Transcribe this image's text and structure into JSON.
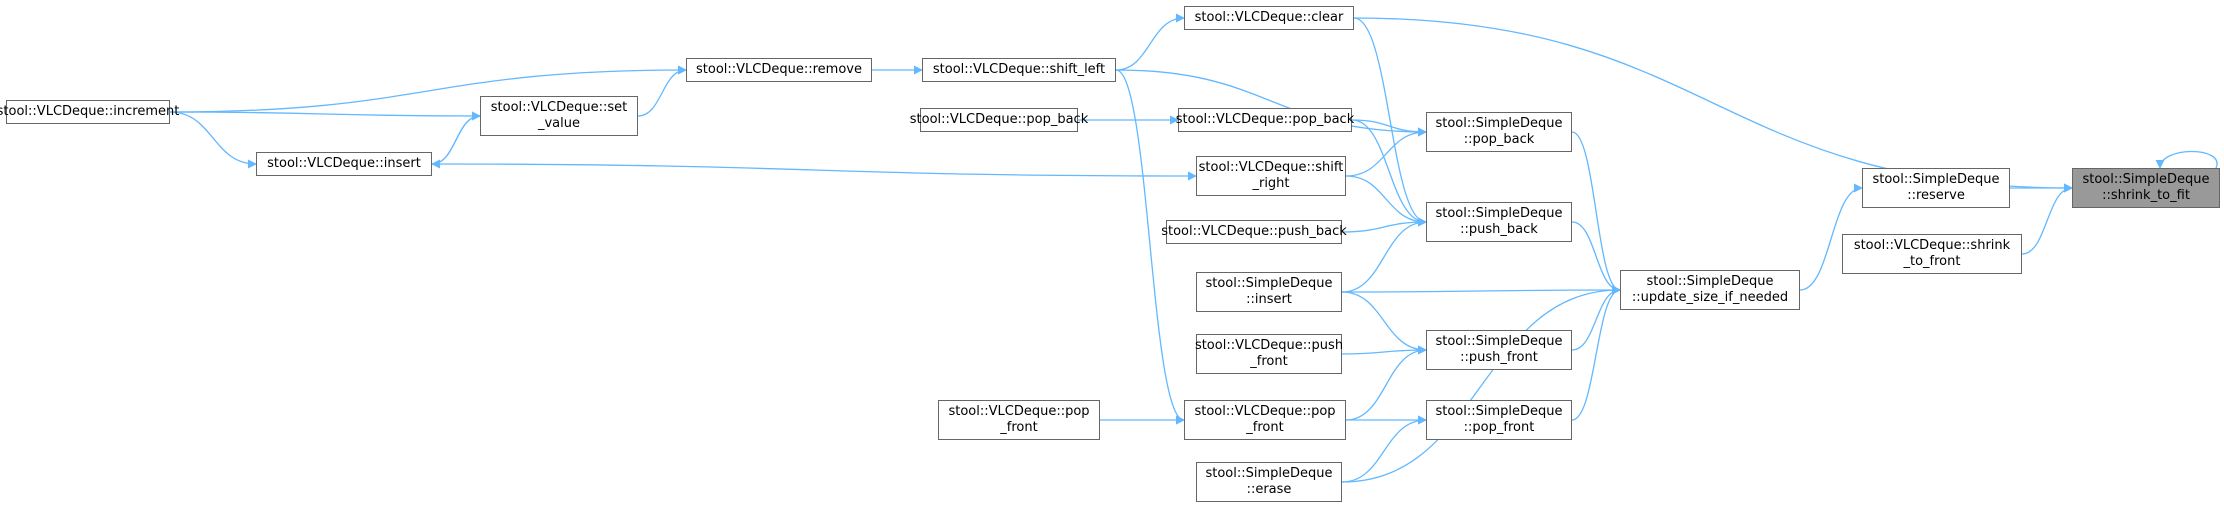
{
  "diagram": {
    "colors": {
      "edge": "#63b8ff",
      "border": "#666666",
      "focus_fill": "#999999",
      "node_fill": "#ffffff"
    },
    "nodes": [
      {
        "id": "shrink_to_fit",
        "lines": [
          "stool::SimpleDeque",
          "::shrink_to_fit"
        ],
        "focus": true
      },
      {
        "id": "reserve",
        "lines": [
          "stool::SimpleDeque",
          "::reserve"
        ]
      },
      {
        "id": "vlc_shrink_to_front",
        "lines": [
          "stool::VLCDeque::shrink",
          "_to_front"
        ]
      },
      {
        "id": "update_size",
        "lines": [
          "stool::SimpleDeque",
          "::update_size_if_needed"
        ]
      },
      {
        "id": "sd_pop_back",
        "lines": [
          "stool::SimpleDeque",
          "::pop_back"
        ]
      },
      {
        "id": "sd_push_back",
        "lines": [
          "stool::SimpleDeque",
          "::push_back"
        ]
      },
      {
        "id": "sd_push_front",
        "lines": [
          "stool::SimpleDeque",
          "::push_front"
        ]
      },
      {
        "id": "sd_pop_front",
        "lines": [
          "stool::SimpleDeque",
          "::pop_front"
        ]
      },
      {
        "id": "sd_insert",
        "lines": [
          "stool::SimpleDeque",
          "::insert"
        ]
      },
      {
        "id": "sd_erase",
        "lines": [
          "stool::SimpleDeque",
          "::erase"
        ]
      },
      {
        "id": "vlc_clear",
        "lines": [
          "stool::VLCDeque::clear"
        ]
      },
      {
        "id": "vlc_shift_left",
        "lines": [
          "stool::VLCDeque::shift_left"
        ]
      },
      {
        "id": "vlc_pop_back",
        "lines": [
          "stool::VLCDeque::pop_back"
        ]
      },
      {
        "id": "vlc_pop_back_2",
        "lines": [
          "stool::VLCDeque::pop_back"
        ]
      },
      {
        "id": "vlc_shift_right",
        "lines": [
          "stool::VLCDeque::shift",
          "_right"
        ]
      },
      {
        "id": "vlc_push_back",
        "lines": [
          "stool::VLCDeque::push_back"
        ]
      },
      {
        "id": "vlc_push_front",
        "lines": [
          "stool::VLCDeque::push",
          "_front"
        ]
      },
      {
        "id": "vlc_pop_front",
        "lines": [
          "stool::VLCDeque::pop",
          "_front"
        ]
      },
      {
        "id": "vlc_pop_front_2",
        "lines": [
          "stool::VLCDeque::pop",
          "_front"
        ]
      },
      {
        "id": "vlc_remove",
        "lines": [
          "stool::VLCDeque::remove"
        ]
      },
      {
        "id": "vlc_set_value",
        "lines": [
          "stool::VLCDeque::set",
          "_value"
        ]
      },
      {
        "id": "vlc_increment",
        "lines": [
          "stool::VLCDeque::increment"
        ]
      },
      {
        "id": "vlc_insert",
        "lines": [
          "stool::VLCDeque::insert"
        ]
      }
    ],
    "edges": [
      [
        "shrink_to_fit",
        "shrink_to_fit"
      ],
      [
        "shrink_to_fit",
        "vlc_clear"
      ],
      [
        "shrink_to_fit",
        "reserve"
      ],
      [
        "shrink_to_fit",
        "vlc_shrink_to_front"
      ],
      [
        "reserve",
        "update_size"
      ],
      [
        "update_size",
        "sd_pop_back"
      ],
      [
        "update_size",
        "sd_push_back"
      ],
      [
        "update_size",
        "sd_insert"
      ],
      [
        "update_size",
        "sd_push_front"
      ],
      [
        "update_size",
        "sd_pop_front"
      ],
      [
        "update_size",
        "sd_erase"
      ],
      [
        "sd_pop_back",
        "vlc_shift_left"
      ],
      [
        "sd_pop_back",
        "vlc_pop_back"
      ],
      [
        "sd_pop_back",
        "vlc_shift_right"
      ],
      [
        "sd_push_back",
        "vlc_clear"
      ],
      [
        "sd_push_back",
        "vlc_pop_back"
      ],
      [
        "sd_push_back",
        "vlc_shift_right"
      ],
      [
        "sd_push_back",
        "vlc_push_back"
      ],
      [
        "sd_push_back",
        "sd_insert"
      ],
      [
        "sd_push_front",
        "sd_insert"
      ],
      [
        "sd_push_front",
        "vlc_push_front"
      ],
      [
        "sd_push_front",
        "vlc_pop_front"
      ],
      [
        "sd_pop_front",
        "vlc_pop_front"
      ],
      [
        "sd_pop_front",
        "sd_erase"
      ],
      [
        "vlc_clear",
        "vlc_shift_left"
      ],
      [
        "vlc_pop_front",
        "vlc_shift_left"
      ],
      [
        "vlc_pop_front",
        "vlc_pop_front_2"
      ],
      [
        "vlc_pop_back",
        "vlc_pop_back_2"
      ],
      [
        "vlc_shift_left",
        "vlc_remove"
      ],
      [
        "vlc_remove",
        "vlc_increment"
      ],
      [
        "vlc_remove",
        "vlc_set_value"
      ],
      [
        "vlc_set_value",
        "vlc_increment"
      ],
      [
        "vlc_set_value",
        "vlc_insert"
      ],
      [
        "vlc_shift_right",
        "vlc_insert"
      ],
      [
        "vlc_insert",
        "vlc_increment"
      ],
      [
        "vlc_insert",
        "vlc_set_value"
      ]
    ]
  }
}
